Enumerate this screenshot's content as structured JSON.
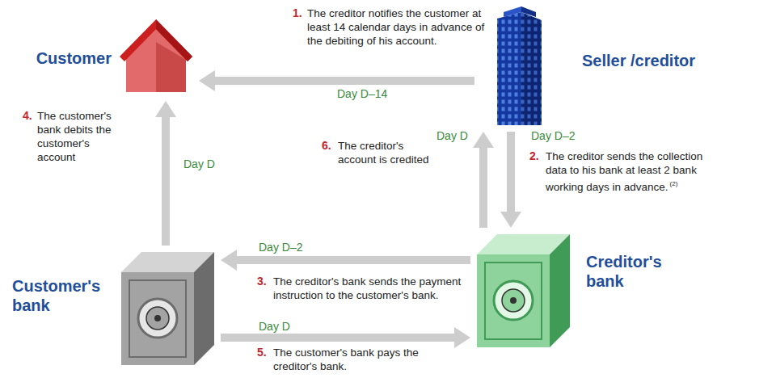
{
  "diagram": {
    "nodes": [
      {
        "text": [
          "Customer"
        ]
      },
      {
        "text": [
          "Seller /creditor"
        ]
      },
      {
        "text": [
          "Customer's bank"
        ]
      },
      {
        "text": [
          "Creditor's bank"
        ]
      }
    ],
    "edges": [
      {
        "from": 1,
        "to": 0,
        "arrow": "to",
        "label": "Day D–14"
      },
      {
        "from": 1,
        "to": 3,
        "arrow": "to",
        "label": "Day D–2"
      },
      {
        "from": 3,
        "to": 2,
        "arrow": "to",
        "label": "Day D–2"
      },
      {
        "from": 2,
        "to": 0,
        "arrow": "to",
        "label": "Day D"
      },
      {
        "from": 2,
        "to": 3,
        "arrow": "to",
        "label": "Day D"
      },
      {
        "from": 3,
        "to": 1,
        "arrow": "to",
        "label": "Day D"
      }
    ],
    "labels": [
      "1.",
      "The creditor notifies the customer at least 14 calendar days in advance of the debiting of his account.",
      "2.",
      "The creditor sends the collection data to his bank at least 2 bank working days in advance.",
      "(2)",
      "3.",
      "The creditor's bank sends the payment instruction to the customer's bank.",
      "4.",
      "The customer's bank debits the customer's account",
      "5.",
      "The customer's bank pays the creditor's bank.",
      "6.",
      "The creditor's account is credited"
    ]
  }
}
